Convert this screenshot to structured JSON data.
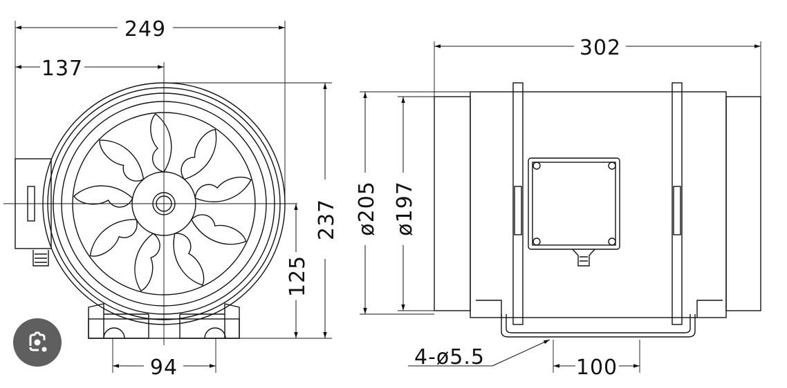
{
  "drawing": {
    "front_view": {
      "width_overall": "249",
      "width_to_center": "137",
      "height_overall": "237",
      "center_height": "125",
      "foot_spacing": "94"
    },
    "side_view": {
      "length_overall": "302",
      "outer_diameter": "ø205",
      "inner_diameter": "ø197",
      "mount_hole_spacing": "100",
      "mount_holes": "4-ø5.5"
    }
  },
  "overlay": {
    "lens_button_icon": "google-lens-icon"
  },
  "colors": {
    "line": "#111111",
    "lens_bg": "#5f5f5f"
  }
}
